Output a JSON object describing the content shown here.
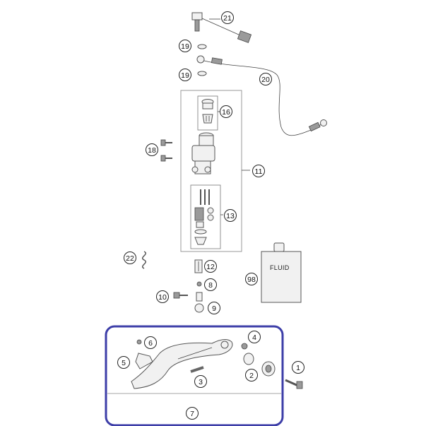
{
  "diagram": {
    "callouts": [
      "21",
      "19",
      "19",
      "20",
      "16",
      "18",
      "11",
      "13",
      "22",
      "12",
      "98",
      "8",
      "10",
      "9",
      "4",
      "6",
      "5",
      "2",
      "1",
      "3",
      "7"
    ],
    "fluid_label": "FLUID",
    "colors": {
      "highlight": "#3d3ea8",
      "outline": "#555555",
      "part_fill": "#f1f1f1",
      "frame": "#9a9a9a"
    }
  }
}
